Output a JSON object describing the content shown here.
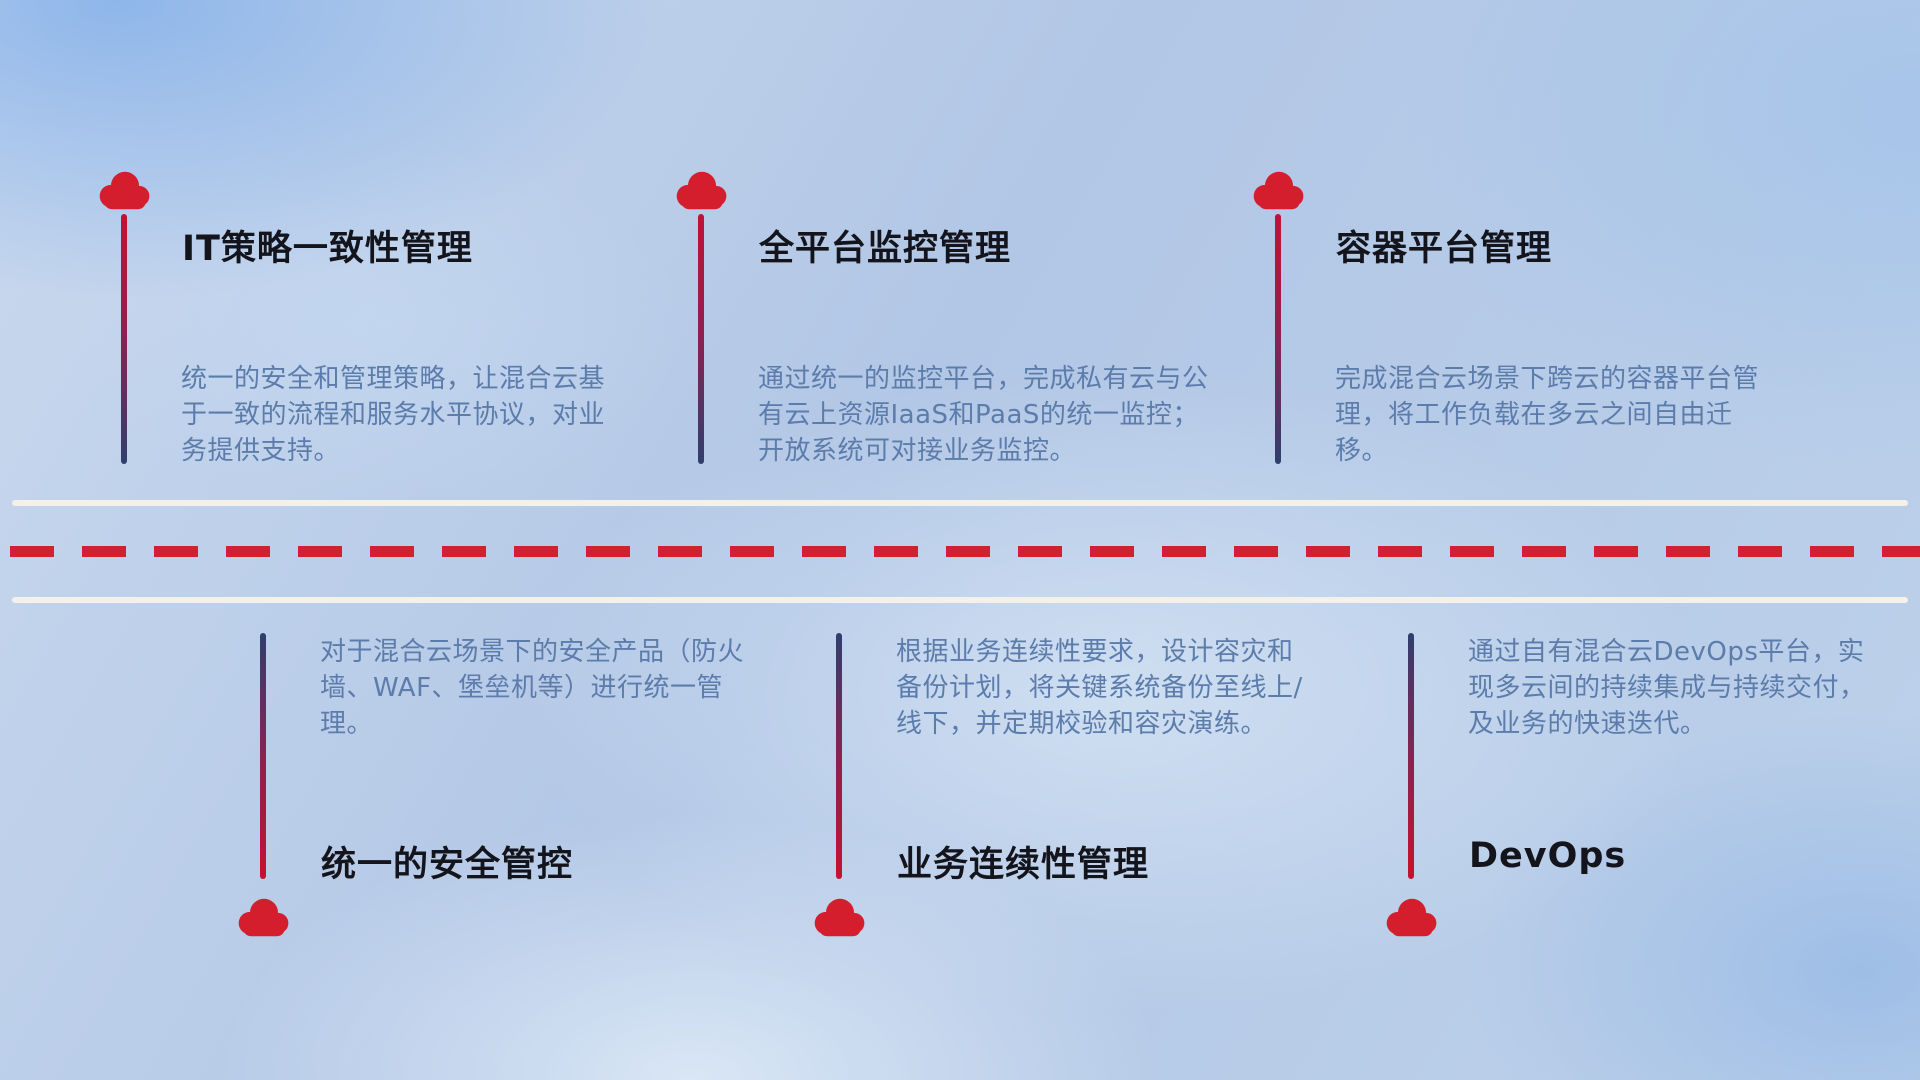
{
  "top_items": [
    {
      "title": "IT策略一致性管理",
      "description": "统一的安全和管理策略，让混合云基于一致的流程和服务水平协议，对业务提供支持。"
    },
    {
      "title": "全平台监控管理",
      "description": "通过统一的监控平台，完成私有云与公有云上资源IaaS和PaaS的统一监控；开放系统可对接业务监控。"
    },
    {
      "title": "容器平台管理",
      "description": "完成混合云场景下跨云的容器平台管理，将工作负载在多云之间自由迁移。"
    }
  ],
  "bottom_items": [
    {
      "title": "统一的安全管控",
      "description": "对于混合云场景下的安全产品（防火墙、WAF、堡垒机等）进行统一管理。"
    },
    {
      "title": "业务连续性管理",
      "description": "根据业务连续性要求，设计容灾和备份计划，将关键系统备份至线上/线下，并定期校验和容灾演练。"
    },
    {
      "title": "DevOps",
      "description": "通过自有混合云DevOps平台，实现多云间的持续集成与持续交付，及业务的快速迭代。"
    }
  ],
  "colors": {
    "cloud_red": "#d41e2e",
    "dash_red": "#d22030",
    "connector_red": "#c41230",
    "connector_navy": "#2e3f6e",
    "title_text": "#14141c",
    "desc_text": "#5c7cab",
    "road_white": "#f4f1ea"
  }
}
